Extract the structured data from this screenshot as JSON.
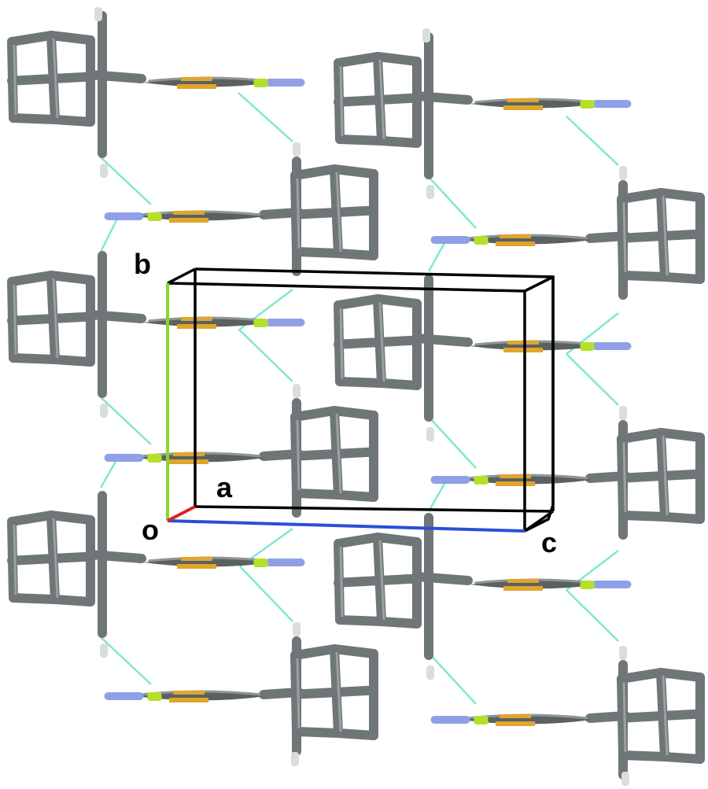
{
  "figure": {
    "axis_labels": {
      "origin": "o",
      "a": "a",
      "b": "b",
      "c": "c"
    }
  },
  "colors": {
    "background": "#ffffff",
    "carbon_bond": "#6f7677",
    "carbon_bond_highlight": "#9aa1a2",
    "ring_body": "#5b6162",
    "ring_top": "#8f9698",
    "nitrogen": "#8fa0e6",
    "sulfur": "#e0a52c",
    "halogen": "#b4e02c",
    "hydrogen": "#d9dddd",
    "hydrogen_bond": "#7fe8cf",
    "unit_cell": "#000000",
    "axis_a": "#e02020",
    "axis_b": "#8ad62a",
    "axis_c": "#2a4fd6"
  },
  "icons": [
    "crystal-packing-diagram"
  ]
}
